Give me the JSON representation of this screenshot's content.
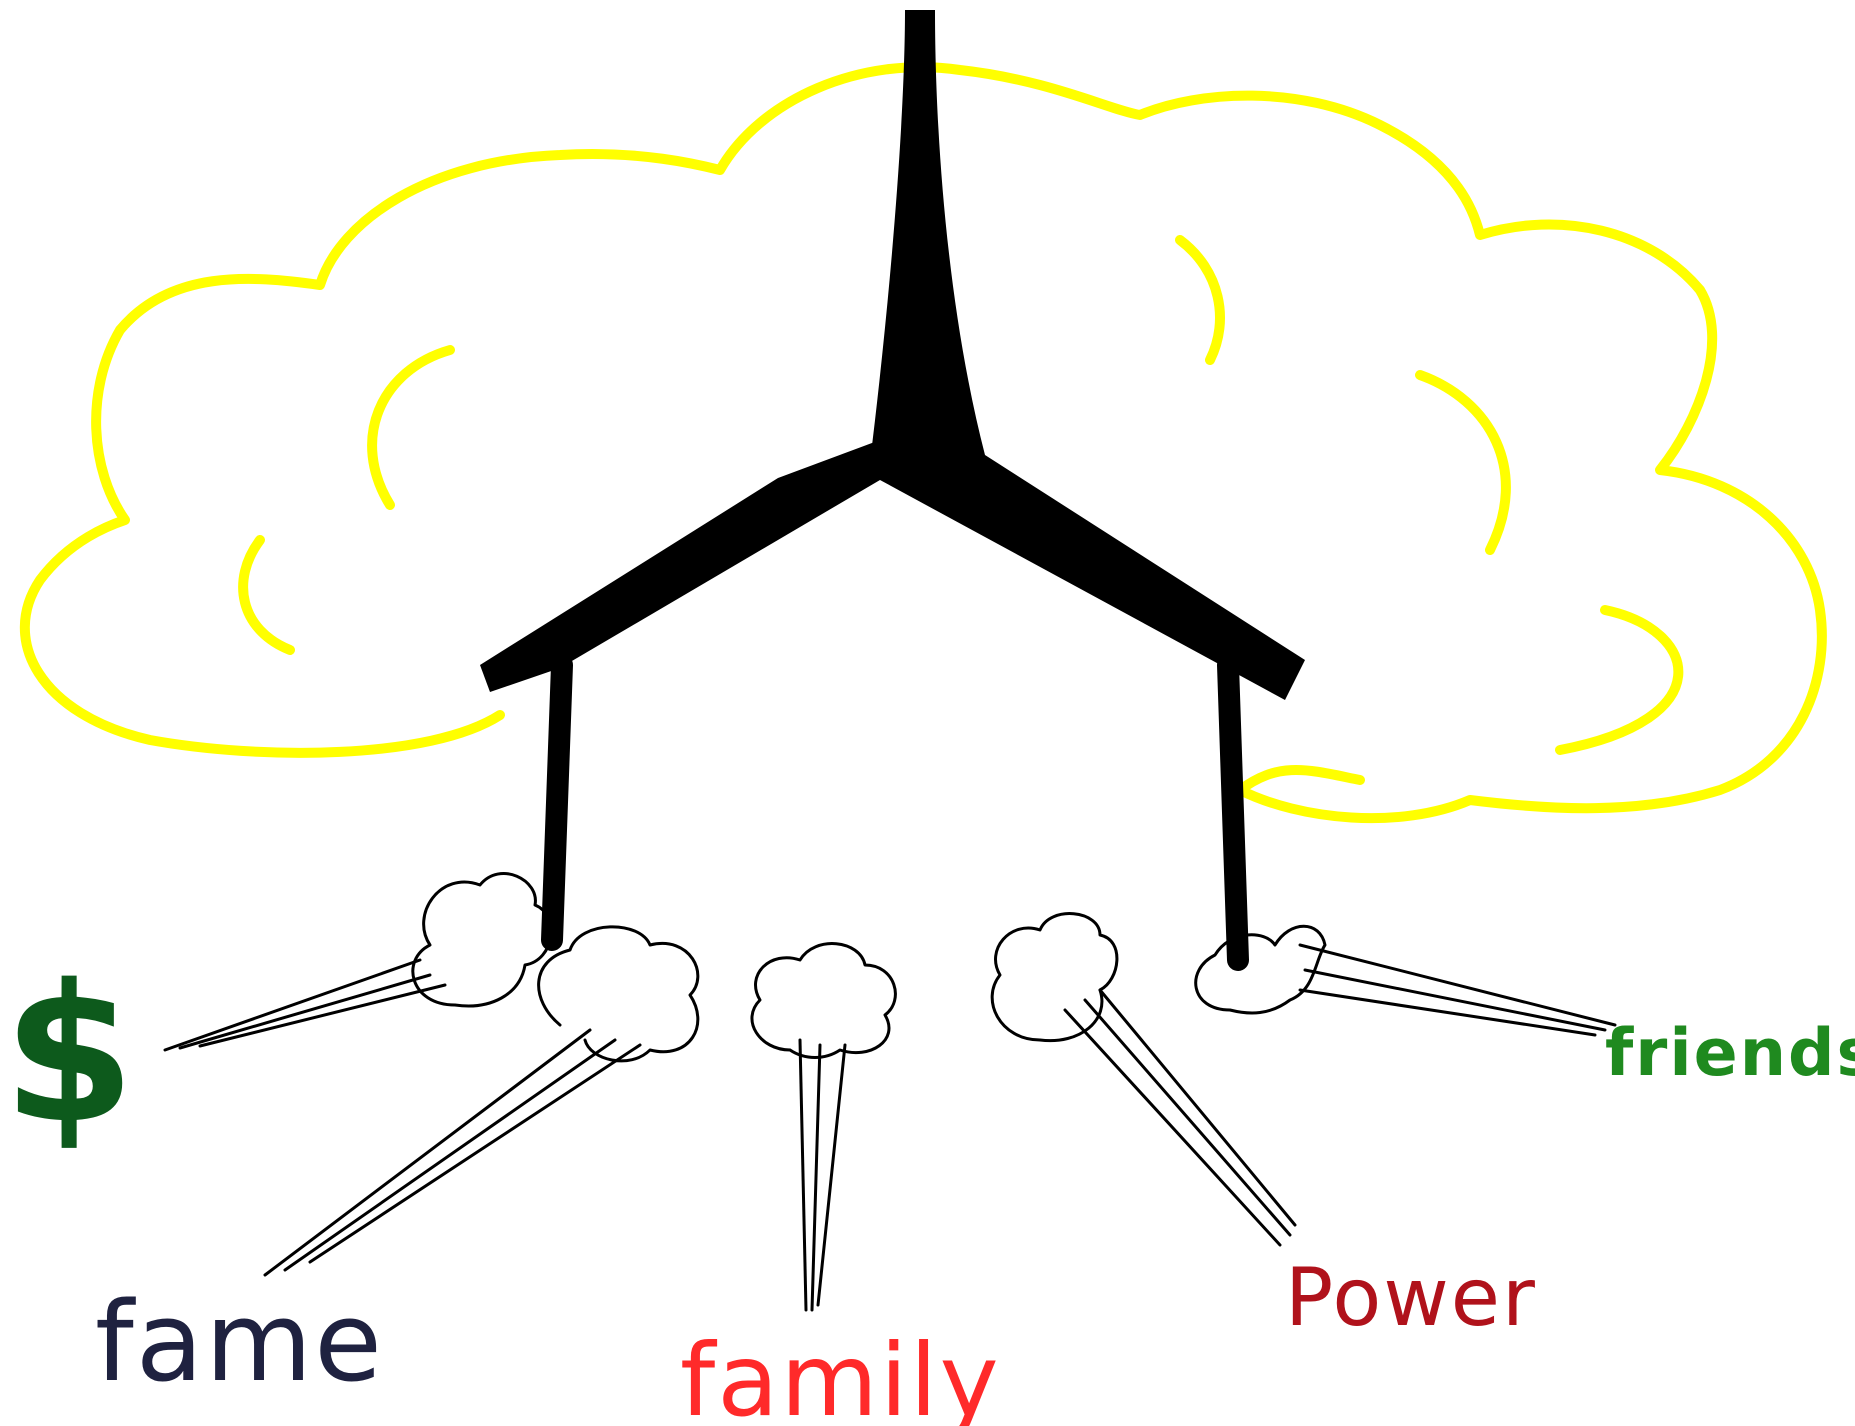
{
  "labels": {
    "money": "$",
    "fame": "fame",
    "family": "family",
    "power": "Power",
    "friends": "friends"
  },
  "colors": {
    "cloud": "#ffff00",
    "church": "#000000",
    "money": "#0d5a1c",
    "fame": "#1f2240",
    "family": "#ff2a2a",
    "power": "#b0121b",
    "friends": "#1f8a1f",
    "background": "#ffffff"
  },
  "icons": {
    "cloud": "cloud-icon",
    "church": "church-icon",
    "puff": "smoke-puff-icon"
  }
}
